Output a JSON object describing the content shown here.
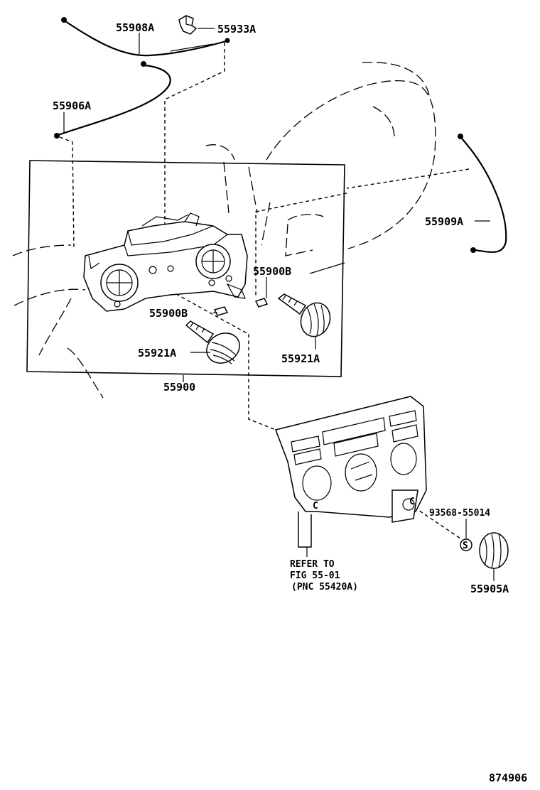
{
  "diagram": {
    "part_numbers": {
      "cable_upper": "55908A",
      "clip": "55933A",
      "cable_left": "55906A",
      "cable_right": "55909A",
      "pin_right": "55900B",
      "pin_left": "55900B",
      "knob_right": "55921A",
      "knob_left": "55921A",
      "control_assy": "55900",
      "screw": "93568-55014",
      "knob_single": "55905A"
    },
    "reference": {
      "line1": "REFER TO",
      "line2": "FIG 55-01",
      "line3": "(PNC 55420A)"
    },
    "panel_marks": {
      "mark_left": "C",
      "mark_right": "C",
      "screw_mark": "S"
    },
    "figure_id": "874906"
  }
}
